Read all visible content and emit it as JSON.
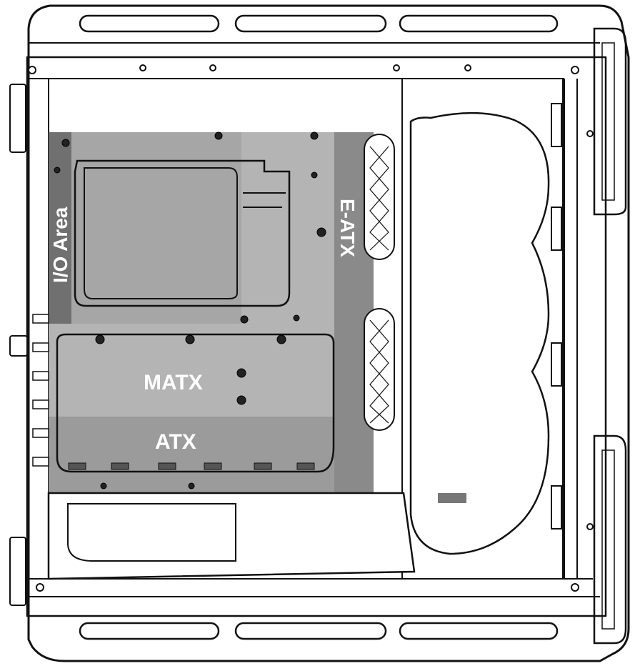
{
  "diagram": {
    "zone_labels": {
      "io_area": "I/O Area",
      "eatx": "E-ATX",
      "matx": "MATX",
      "atx": "ATX"
    },
    "zone_colors": {
      "eatx": "#8a8a8a",
      "atx": "#9b9b9b",
      "matx": "#b4b4b4",
      "io_area": "#707070",
      "outline": "#111111",
      "background": "#ffffff"
    },
    "fan_count": 3,
    "fan_bracket_count": 4,
    "motherboard_standoffs_count": 15
  }
}
